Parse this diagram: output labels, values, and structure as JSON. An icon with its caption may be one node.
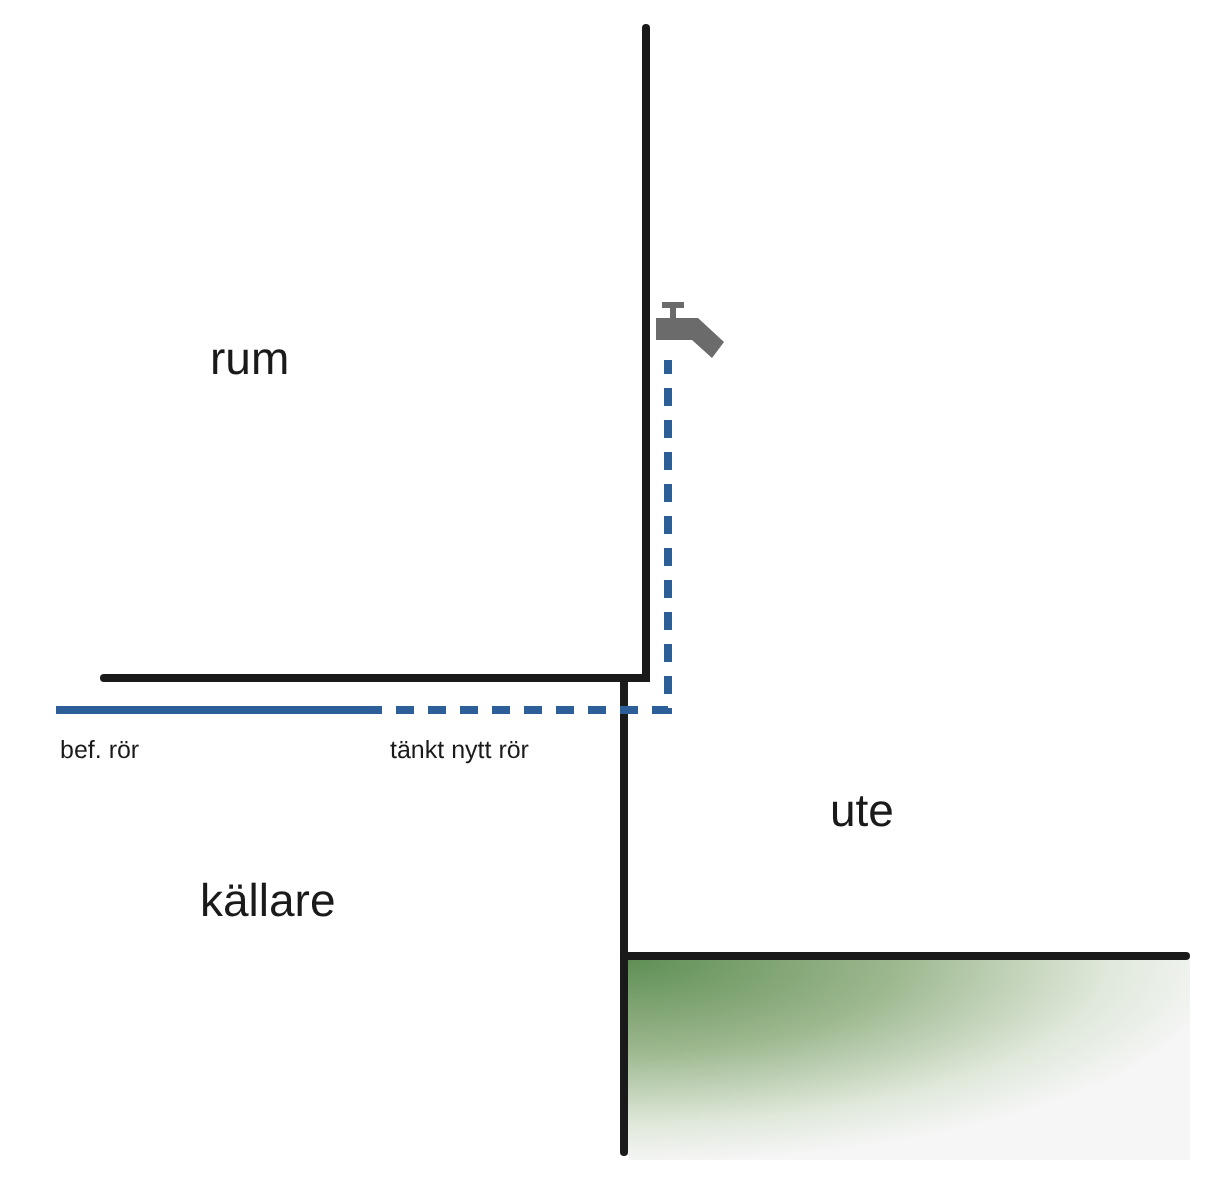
{
  "diagram": {
    "labels": [
      "rum",
      "bef. rör",
      "tänkt nytt rör",
      "ute",
      "källare"
    ]
  }
}
